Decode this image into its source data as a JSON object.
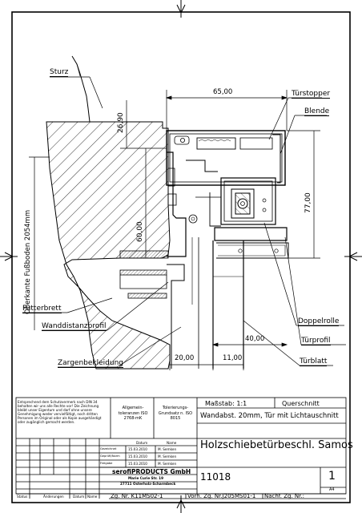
{
  "callouts": {
    "sturz": "Sturz",
    "tuerstopper": "Türstopper",
    "blende": "Blende",
    "futterbrett": "Futterbrett",
    "wanddistanzprofil": "Wanddistanzprofil",
    "zargenbekleidung": "Zargenbekleidung",
    "doppelrolle": "Doppelrolle",
    "tuerprofil": "Türprofil",
    "tuerblatt": "Türblatt"
  },
  "dimensions": {
    "top_width": "65,00",
    "sturz_height": "26,90",
    "floor_edge": "Oberkante Fußboden 2054mm",
    "inner_height": "60,00",
    "right_height": "77,00",
    "profile_width": "40,00",
    "bottom_left": "20,00",
    "bottom_right": "11,00"
  },
  "title_block": {
    "note": "Entsprechend dem Schutzvermerk nach DIN 34 behalten wir uns alle Rechte vor! Die Zeichnung bleibt unser Eigentum und darf ohne unsere Genehmigung weder vervielfältigt, noch dritten Personen im Original oder als Kopie ausgehändigt oder zugänglich gemacht werden.",
    "general_tolerance": "Allgemein-toleranzen ISO 2768-mK",
    "tolerance_principle": "Tolerierungs-Grundsatz n. ISO 8015",
    "scale": "Maßstab: 1:1",
    "view": "Querschnitt",
    "description": "Wandabst. 20mm, Tür mit Lichtauschnitt",
    "title": "Holzschiebetürbeschl. Samos",
    "col_date": "Datum",
    "col_name": "Name",
    "rows": [
      {
        "role": "Gezeichnet",
        "date": "15.03.2010",
        "name": "M. Semken"
      },
      {
        "role": "Geprüft/Norm",
        "date": "15.03.2010",
        "name": "M. Semken"
      },
      {
        "role": "Freigabe",
        "date": "15.03.2010",
        "name": "M. Semken"
      }
    ],
    "company": "serofiPRODUCTS GmbH",
    "street": "Marie Curie Str. 19",
    "city": "27711 Osterholz-Scharmbeck",
    "drawing_no": "11018",
    "sheet_no": "1",
    "format": "A4",
    "zg_nr": "Zg. Nr. K11MS02-1",
    "vorh": "Vorh. Zg. Nr.J205MS01-1",
    "nachf": "Nachf. Zg. Nr.:",
    "status": "Status",
    "changes": "Änderungen",
    "date_label": "Datum",
    "name_label": "Name"
  }
}
